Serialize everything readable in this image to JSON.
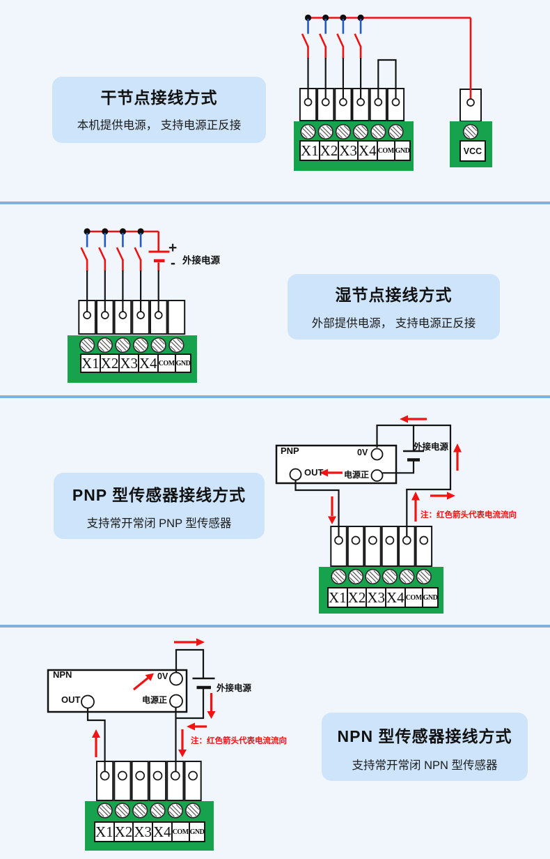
{
  "page": {
    "background": "#f1f6fc",
    "divider_color": "#7fb0de",
    "card_bg": "#cde4fa",
    "pcb_green": "#17a24e",
    "wire_red": "#ee1111",
    "wire_blue": "#2459c6",
    "note_red": "#f01212"
  },
  "terminals": [
    "X1",
    "X2",
    "X3",
    "X4",
    "COM",
    "GND"
  ],
  "sections": {
    "dry": {
      "title": "干节点接线方式",
      "subtitle": "本机提供电源， 支持电源正反接",
      "vcc_label": "VCC"
    },
    "wet": {
      "title": "湿节点接线方式",
      "subtitle": "外部提供电源， 支持电源正反接",
      "battery_label": "外接电源",
      "plus": "+",
      "minus": "-"
    },
    "pnp": {
      "title": "PNP 型传感器接线方式",
      "subtitle": "支持常开常闭 PNP 型传感器",
      "box_label": "PNP",
      "pin_0v": "0V",
      "pin_out": "OUT",
      "pin_power": "电源正",
      "battery_label": "外接电源",
      "note": "注：红色箭头代表电流流向"
    },
    "npn": {
      "title": "NPN 型传感器接线方式",
      "subtitle": "支持常开常闭 NPN 型传感器",
      "box_label": "NPN",
      "pin_0v": "0V",
      "pin_out": "OUT",
      "pin_power": "电源正",
      "battery_label": "外接电源",
      "note": "注：红色箭头代表电流流向"
    }
  }
}
